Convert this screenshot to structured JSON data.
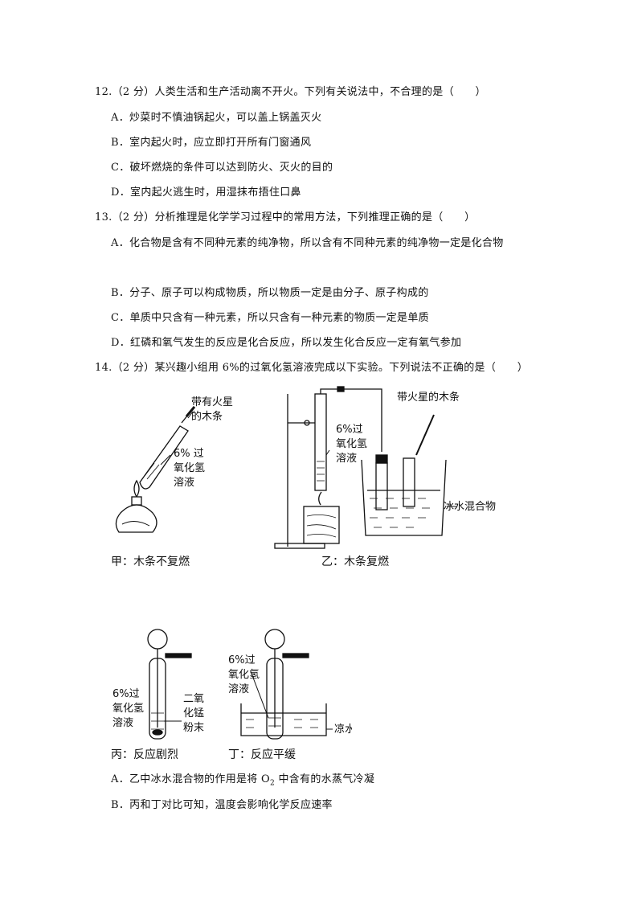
{
  "q12": {
    "stem": "12.（2 分）人类生活和生产活动离不开火。下列有关说法中，不合理的是（　　）",
    "options": [
      "A．炒菜时不慎油锅起火，可以盖上锅盖灭火",
      "B．室内起火时，应立即打开所有门窗通风",
      "C．破坏燃烧的条件可以达到防火、灭火的目的",
      "D．室内起火逃生时，用湿抹布捂住口鼻"
    ]
  },
  "q13": {
    "stem": "13.（2 分）分析推理是化学学习过程中的常用方法，下列推理正确的是（　　）",
    "options": [
      "A．化合物是含有不同种元素的纯净物，所以含有不同种元素的纯净物一定是化合物",
      "B．分子、原子可以构成物质，所以物质一定是由分子、原子构成的",
      "C．单质中只含有一种元素，所以只含有一种元素的物质一定是单质",
      "D．红磷和氧气发生的反应是化合反应，所以发生化合反应一定有氧气参加"
    ]
  },
  "q14": {
    "stem": "14.（2 分）某兴趣小组用 6%的过氧化氢溶液完成以下实验。下列说法不正确的是（　　）",
    "fig_top": {
      "jia_label_splint": [
        "带有火星",
        "的木条"
      ],
      "jia_label_solution": [
        "6% 过",
        "氧化氢",
        "溶液"
      ],
      "yi_label_solution": [
        "6%过",
        "氧化氢",
        "溶液"
      ],
      "yi_label_splint": "带火星的木条",
      "yi_label_icewater": "冰水混合物",
      "caption_jia": "甲：木条不复燃",
      "caption_yi": "乙：木条复燃"
    },
    "fig_bottom": {
      "bing_label_solution": [
        "6%过",
        "氧化氢",
        "溶液"
      ],
      "bing_label_mno2": [
        "二氧",
        "化锰",
        "粉末"
      ],
      "ding_label_solution": [
        "6%过",
        "氧化氢",
        "溶液"
      ],
      "ding_label_water": "凉水",
      "caption_bing": "丙：反应剧烈",
      "caption_ding": "丁：反应平缓"
    },
    "option_a_pre": "A．乙中冰水混合物的作用是将 O",
    "option_a_sub": "2",
    "option_a_post": " 中含有的水蒸气冷凝",
    "option_b": "B．丙和丁对比可知，温度会影响化学反应速率"
  }
}
